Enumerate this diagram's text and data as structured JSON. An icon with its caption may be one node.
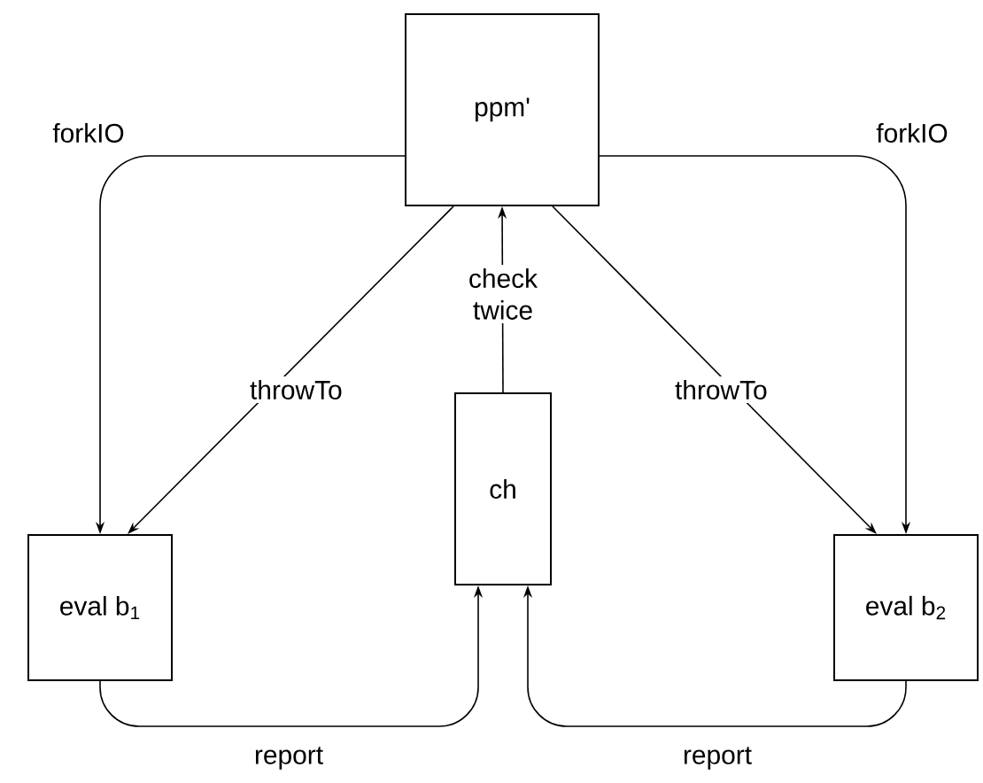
{
  "diagram": {
    "nodes": [
      {
        "text": [
          "ppm'"
        ]
      },
      {
        "text": [
          "ch"
        ]
      },
      {
        "text": [
          "eval b$_{1}$"
        ]
      },
      {
        "text": [
          "eval b$_{2}$"
        ]
      }
    ],
    "edges": [
      {
        "from": 0,
        "to": 2,
        "arrow": "to",
        "label": "forkIO"
      },
      {
        "from": 0,
        "to": 2,
        "arrow": "to",
        "label": "throwTo"
      },
      {
        "from": 1,
        "to": 0,
        "arrow": "to",
        "label": "check twice"
      },
      {
        "from": 0,
        "to": 3,
        "arrow": "to",
        "label": "throwTo"
      },
      {
        "from": 0,
        "to": 3,
        "arrow": "to",
        "label": "forkIO"
      },
      {
        "from": 2,
        "to": 1,
        "arrow": "to",
        "label": "report"
      },
      {
        "from": 3,
        "to": 1,
        "arrow": "to",
        "label": "report"
      }
    ]
  }
}
